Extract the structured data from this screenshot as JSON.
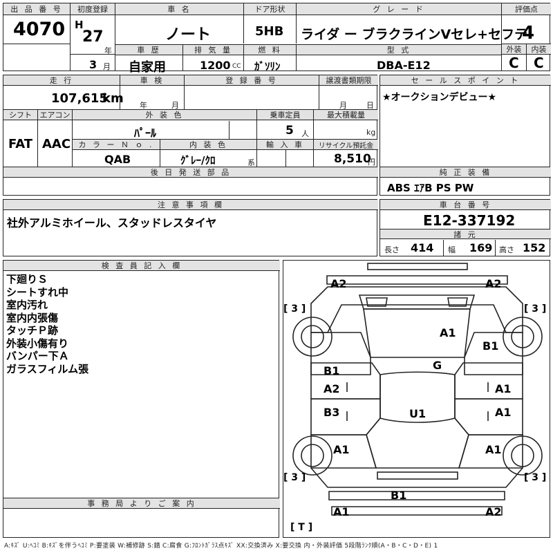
{
  "lot": {
    "label": "出 品 番 号",
    "value": "4070"
  },
  "first_reg": {
    "label": "初度登録",
    "era": "H",
    "year": "27",
    "year_unit": "年",
    "month": "3",
    "month_unit": "月"
  },
  "car_name": {
    "label": "車 名",
    "value": "ノート"
  },
  "door": {
    "label": "ドア形状",
    "value": "5HB"
  },
  "grade": {
    "label": "グ レ ー ド",
    "value": "ライダ ー ブラクラインVセレ+セフテ"
  },
  "score": {
    "label": "評価点",
    "value": "4",
    "ext_label": "外装",
    "int_label": "内装",
    "ext": "C",
    "int": "C"
  },
  "history": {
    "label": "車 歴",
    "value": "自家用"
  },
  "displacement": {
    "label": "排 気 量",
    "value": "1200",
    "unit": "CC"
  },
  "fuel": {
    "label": "燃 料",
    "value": "ｶﾞｿﾘﾝ"
  },
  "model": {
    "label": "型 式",
    "value": "DBA-E12"
  },
  "mileage": {
    "label": "走 行",
    "value": "107,615",
    "unit": "km"
  },
  "inspection": {
    "label": "車 検",
    "year_unit": "年",
    "month_unit": "月"
  },
  "registration": {
    "label": "登 録 番 号"
  },
  "transfer": {
    "label": "譲渡書類期限",
    "month_unit": "月",
    "day_unit": "日"
  },
  "sales_point": {
    "label": "セ ー ル ス ポ イ ン ト",
    "value": "★オークションデビュー★"
  },
  "shift": {
    "label": "シフト",
    "value": "FAT"
  },
  "aircon": {
    "label": "エアコン",
    "value": "AAC"
  },
  "exterior_color": {
    "label": "外 装 色",
    "value": "ﾊﾟｰﾙ"
  },
  "capacity": {
    "label": "乗車定員",
    "value": "5",
    "unit": "人"
  },
  "max_load": {
    "label": "最大積載量",
    "unit": "kg"
  },
  "color_no": {
    "label": "カ ラ ー Ｎ ｏ .",
    "value": "QAB"
  },
  "interior_color": {
    "label": "内 装 色",
    "value": "ｸﾞﾚｰ/ｸﾛ",
    "unit": "系"
  },
  "import": {
    "label": "輸 入 車"
  },
  "recycle": {
    "label": "リサイクル預託金",
    "value": "8,510",
    "unit": "円"
  },
  "later_parts": {
    "label": "後 日 発 送 部 品"
  },
  "equipment": {
    "label": "純 正 装 備",
    "value": "ABS ｴｱB PS PW"
  },
  "notes": {
    "label": "注 意 事 項 欄",
    "value": "社外アルミホイール、スタッドレスタイヤ"
  },
  "chassis": {
    "label": "車 台 番 号",
    "value": "E12-337192"
  },
  "specs": {
    "label": "諸 元",
    "length_label": "長さ",
    "length": "414",
    "width_label": "幅",
    "width": "169",
    "height_label": "高さ",
    "height": "152"
  },
  "inspector": {
    "label": "検 査 員 記 入 欄",
    "lines": [
      "下廻りＳ",
      "シートすれ中",
      "室内汚れ",
      "室内内張傷",
      "タッチＰ跡",
      "外装小傷有り",
      "バンパー下Ａ",
      "ガラスフィルム張"
    ]
  },
  "office": {
    "label": "事 務 局 よ り ご 案 内"
  },
  "diagram": {
    "tire_marks": [
      "[ 3 ]",
      "[ 3 ]",
      "[ 3 ]",
      "[ 3 ]",
      "[ T ]"
    ],
    "damage": [
      "A2",
      "A2",
      "A1",
      "B1",
      "G",
      "B1",
      "A2",
      "A1",
      "B3",
      "U1",
      "A1",
      "A1",
      "A1",
      "B1",
      "A1",
      "A2"
    ]
  },
  "legend": "A:ｷｽﾞ U:ﾍｺﾐ B:ｷｽﾞを伴うﾍｺﾐ P:要塗装 W:補修跡 S:錆 C:腐食 G:ﾌﾛﾝﾄｶﾞﾗｽ点ｷｽﾞ XX:交換済み X:要交換 内・外装評価 5段階ﾗﾝｸ順(A・B・C・D・E) 1"
}
